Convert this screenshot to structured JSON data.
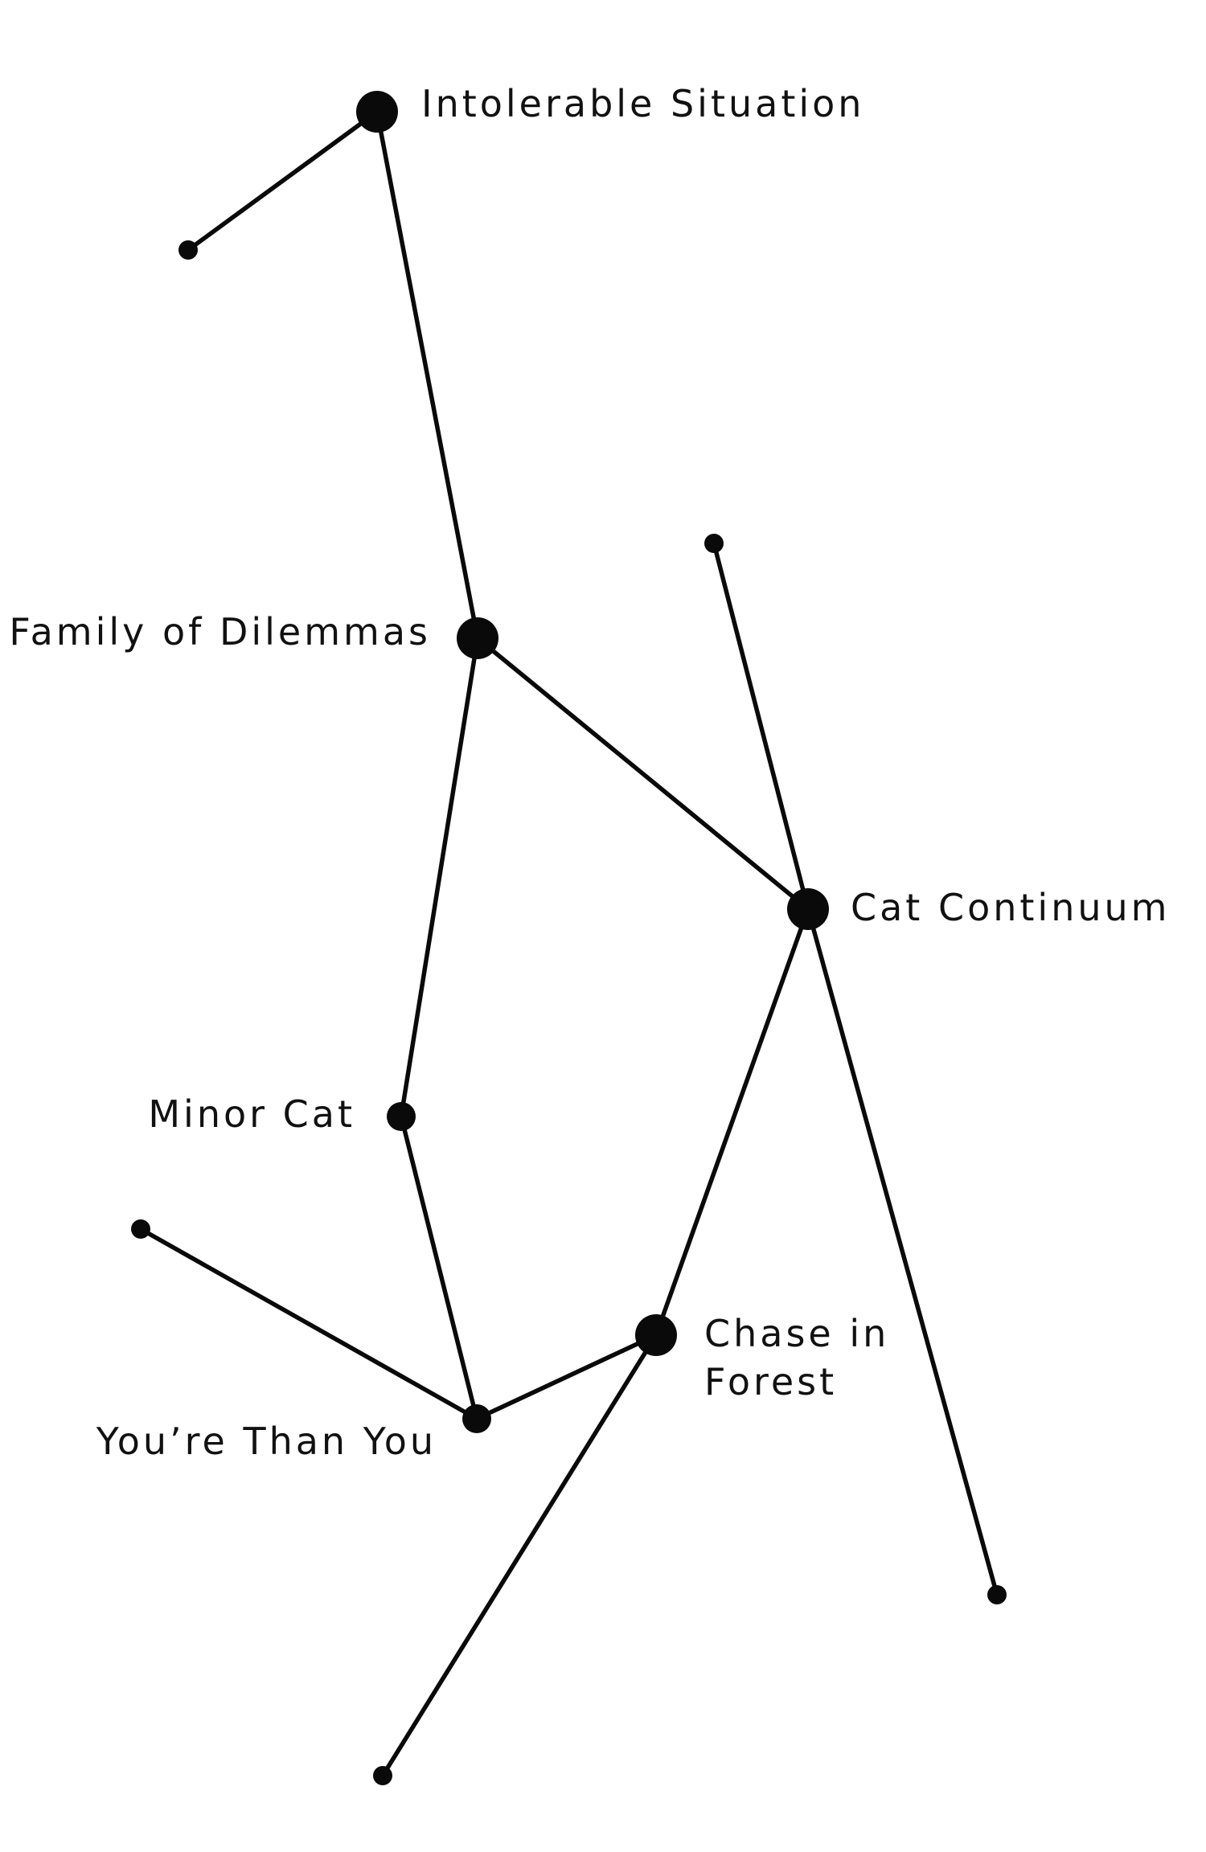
{
  "diagram": {
    "type": "constellation",
    "nodes": [
      {
        "id": "intolerable",
        "label": "Intolerable Situation",
        "kind": "major"
      },
      {
        "id": "family",
        "label": "Family of Dilemmas",
        "kind": "major"
      },
      {
        "id": "catcont",
        "label": "Cat Continuum",
        "kind": "major"
      },
      {
        "id": "minorcat",
        "label": "Minor Cat",
        "kind": "minor"
      },
      {
        "id": "chase",
        "label_lines": [
          "Chase in",
          "Forest"
        ],
        "kind": "major"
      },
      {
        "id": "youre",
        "label": "You’re Than You",
        "kind": "minor"
      },
      {
        "id": "end_a",
        "kind": "end"
      },
      {
        "id": "end_b",
        "kind": "end"
      },
      {
        "id": "end_c",
        "kind": "end"
      },
      {
        "id": "end_d",
        "kind": "end"
      },
      {
        "id": "end_e",
        "kind": "end"
      }
    ],
    "edges": [
      {
        "from": "end_a",
        "to": "intolerable"
      },
      {
        "from": "intolerable",
        "to": "family"
      },
      {
        "from": "family",
        "to": "catcont"
      },
      {
        "from": "family",
        "to": "minorcat"
      },
      {
        "from": "end_b",
        "to": "catcont"
      },
      {
        "from": "catcont",
        "to": "end_c"
      },
      {
        "from": "catcont",
        "to": "chase"
      },
      {
        "from": "minorcat",
        "to": "youre"
      },
      {
        "from": "end_d",
        "to": "youre"
      },
      {
        "from": "youre",
        "to": "chase"
      },
      {
        "from": "chase",
        "to": "end_e"
      }
    ]
  }
}
